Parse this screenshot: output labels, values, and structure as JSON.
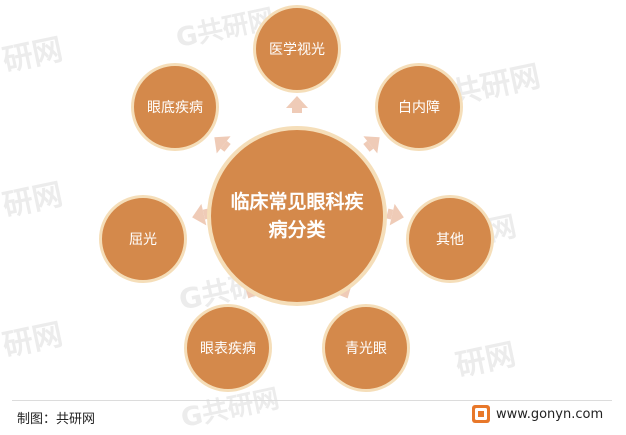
{
  "diagram": {
    "center": "临床常见眼科疾病分类",
    "nodes": [
      {
        "label": "医学视光"
      },
      {
        "label": "白内障"
      },
      {
        "label": "其他"
      },
      {
        "label": "青光眼"
      },
      {
        "label": "眼表疾病"
      },
      {
        "label": "屈光"
      },
      {
        "label": "眼底疾病"
      }
    ]
  },
  "footer": {
    "source": "制图：共研网",
    "website": "www.gonyn.com"
  },
  "colors": {
    "node_fill": "#d4894b",
    "node_border": "#f5deb9",
    "arrow": "#efcbb7",
    "logo_accent": "#e8782a"
  },
  "icons": [
    "gonyn-logo-icon"
  ]
}
